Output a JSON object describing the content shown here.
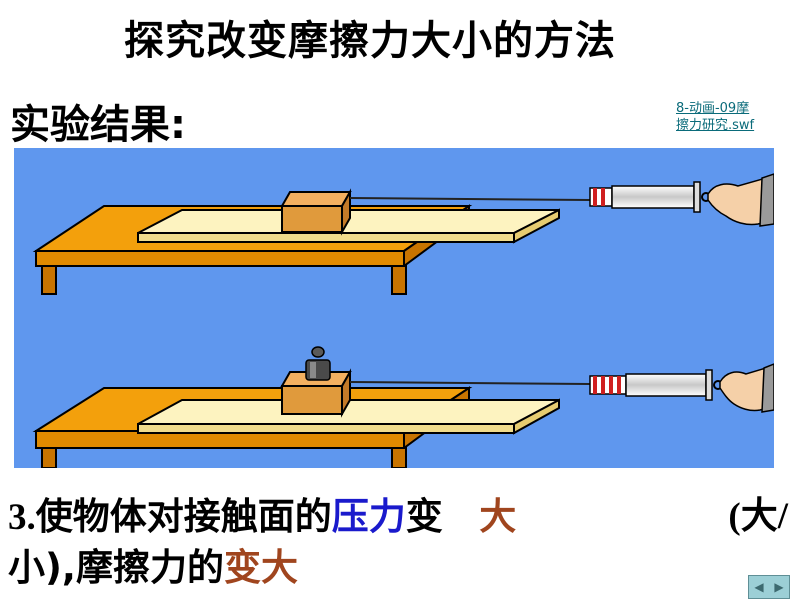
{
  "title": "探究改变摩擦力大小的方法",
  "result_label": "实验结果:",
  "animation_link": [
    "8-动画-09摩",
    "擦力研究.swf"
  ],
  "conclusion": {
    "prefix_num": "3.",
    "part1": "使物体对接触面的",
    "highlight1": "压力",
    "part2": "变",
    "answer": "大",
    "choice": "(大/",
    "line2_part": "小),摩擦力的",
    "highlight2": "变大"
  },
  "nav": {
    "prev": "◀",
    "next": "▶"
  },
  "colors": {
    "sky": "#5f97ee",
    "table": "#f3a00c",
    "board": "#fdf3c0",
    "block": "#e09a3c",
    "blue_text": "#1a1acc",
    "brown_text": "#a0451e"
  }
}
